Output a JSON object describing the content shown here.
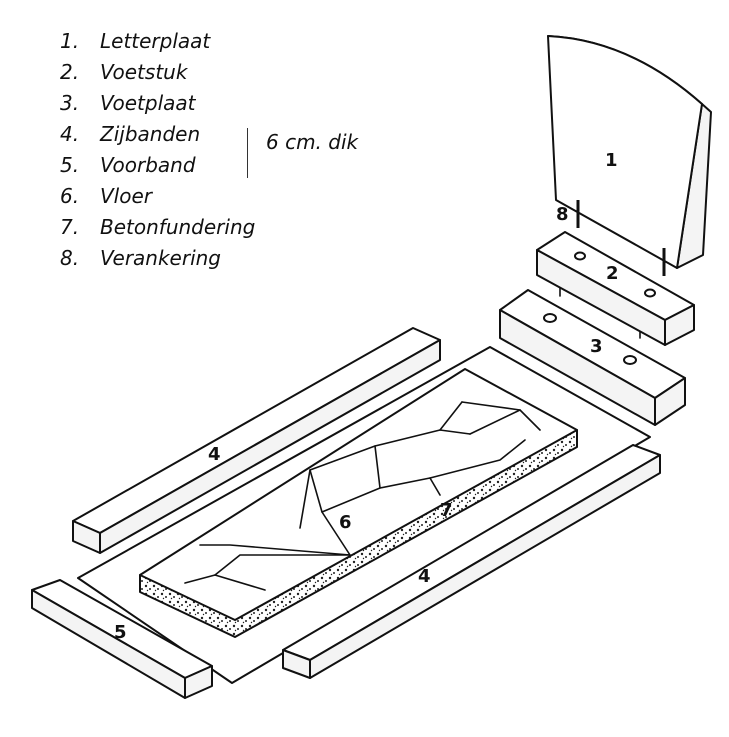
{
  "legend": [
    {
      "num": "1.",
      "label": "Letterplaat"
    },
    {
      "num": "2.",
      "label": "Voetstuk"
    },
    {
      "num": "3.",
      "label": "Voetplaat"
    },
    {
      "num": "4.",
      "label": "Zijbanden"
    },
    {
      "num": "5.",
      "label": "Voorband"
    },
    {
      "num": "6.",
      "label": "Vloer"
    },
    {
      "num": "7.",
      "label": "Betonfundering"
    },
    {
      "num": "8.",
      "label": "Verankering"
    }
  ],
  "thickness_note": "6 cm. dik",
  "part_labels": {
    "letterplaat": "1",
    "voetstuk": "2",
    "voetplaat": "3",
    "zijband_left": "4",
    "zijband_right": "4",
    "voorband": "5",
    "vloer": "6",
    "betonfundering": "7",
    "verankering": "8"
  }
}
